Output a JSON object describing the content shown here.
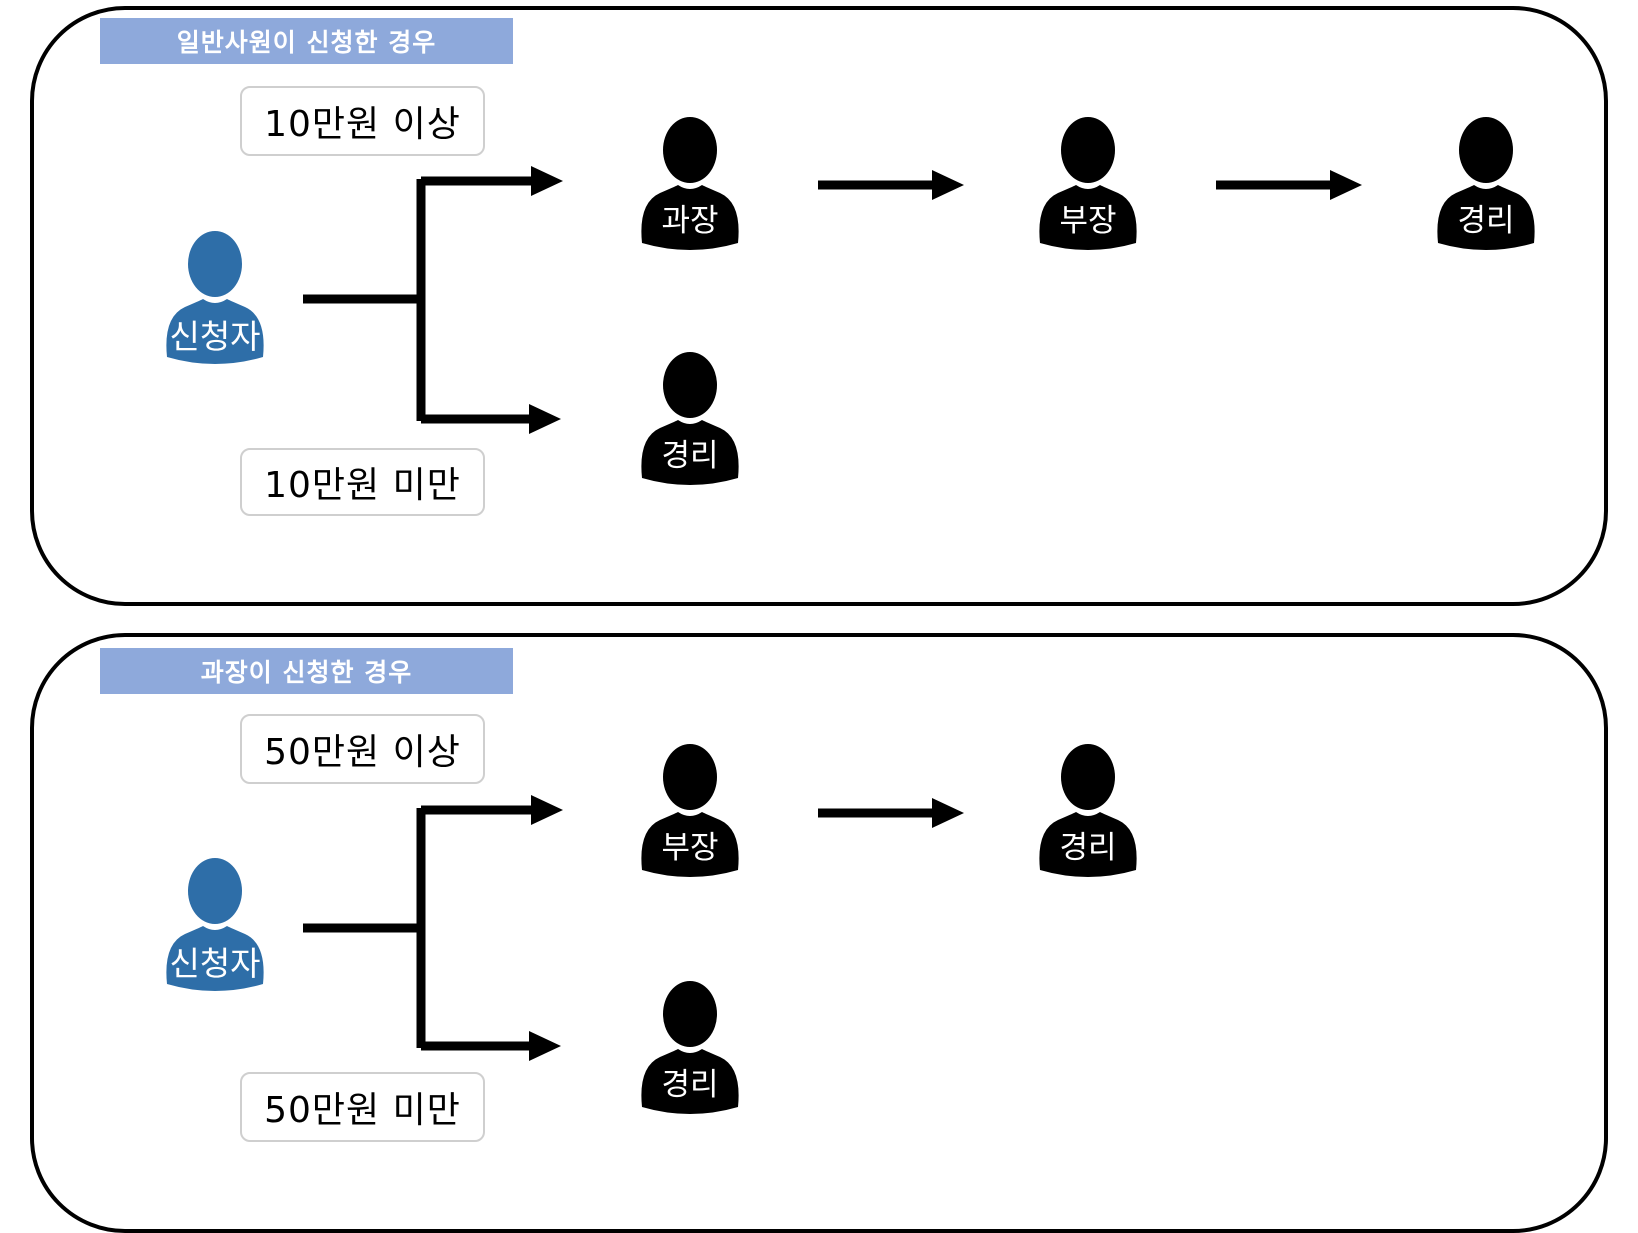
{
  "colors": {
    "tag_bg": "#8ea9db",
    "applicant": "#2e6ea8",
    "approver": "#000000",
    "line": "#000000"
  },
  "icons": {
    "person": "person-icon"
  },
  "panels": [
    {
      "tag": "일반사원이 신청한 경우",
      "applicant": "신청자",
      "upper_condition": "10만원 이상",
      "lower_condition": "10만원 미만",
      "upper_chain": [
        "과장",
        "부장",
        "경리"
      ],
      "lower_chain": [
        "경리"
      ]
    },
    {
      "tag": "과장이 신청한 경우",
      "applicant": "신청자",
      "upper_condition": "50만원 이상",
      "lower_condition": "50만원 미만",
      "upper_chain": [
        "부장",
        "경리"
      ],
      "lower_chain": [
        "경리"
      ]
    }
  ]
}
